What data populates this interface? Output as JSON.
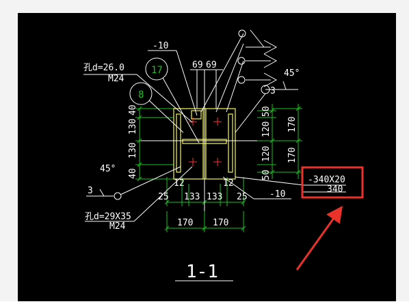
{
  "drawing": {
    "labels": {
      "plate_top": "-10",
      "plate_right": "-10",
      "bolt_top_spec": "孔d=26.0",
      "bolt_top_name": "M24",
      "bolt_bottom_spec": "孔d=29X35",
      "bolt_bottom_name": "M24",
      "callout_17": "17",
      "callout_8": "8",
      "dim_69a": "69",
      "dim_69b": "69",
      "angle_top": "45°",
      "angle_bottom": "45°",
      "weld_top": "3",
      "weld_bottom": "3",
      "left_dims": [
        "40",
        "130",
        "130",
        "40"
      ],
      "right_inner_dims": [
        "50",
        "120",
        "120",
        "50"
      ],
      "right_outer_dims": [
        "170",
        "170"
      ],
      "bottom_small": [
        "12",
        "12"
      ],
      "bottom_row1": [
        "25",
        "133",
        "133",
        "25"
      ],
      "bottom_row2": [
        "170",
        "170"
      ],
      "highlight_line1": "-340X20",
      "highlight_line2": "340",
      "section_title": "1-1"
    },
    "colors": {
      "background": "#000000",
      "frame": "#f3f3f3",
      "lines": "#ffffff",
      "dimension": "#19c41d",
      "plate": "#e8e84a",
      "bolt": "#ff3030",
      "highlight": "#e8322a"
    }
  }
}
